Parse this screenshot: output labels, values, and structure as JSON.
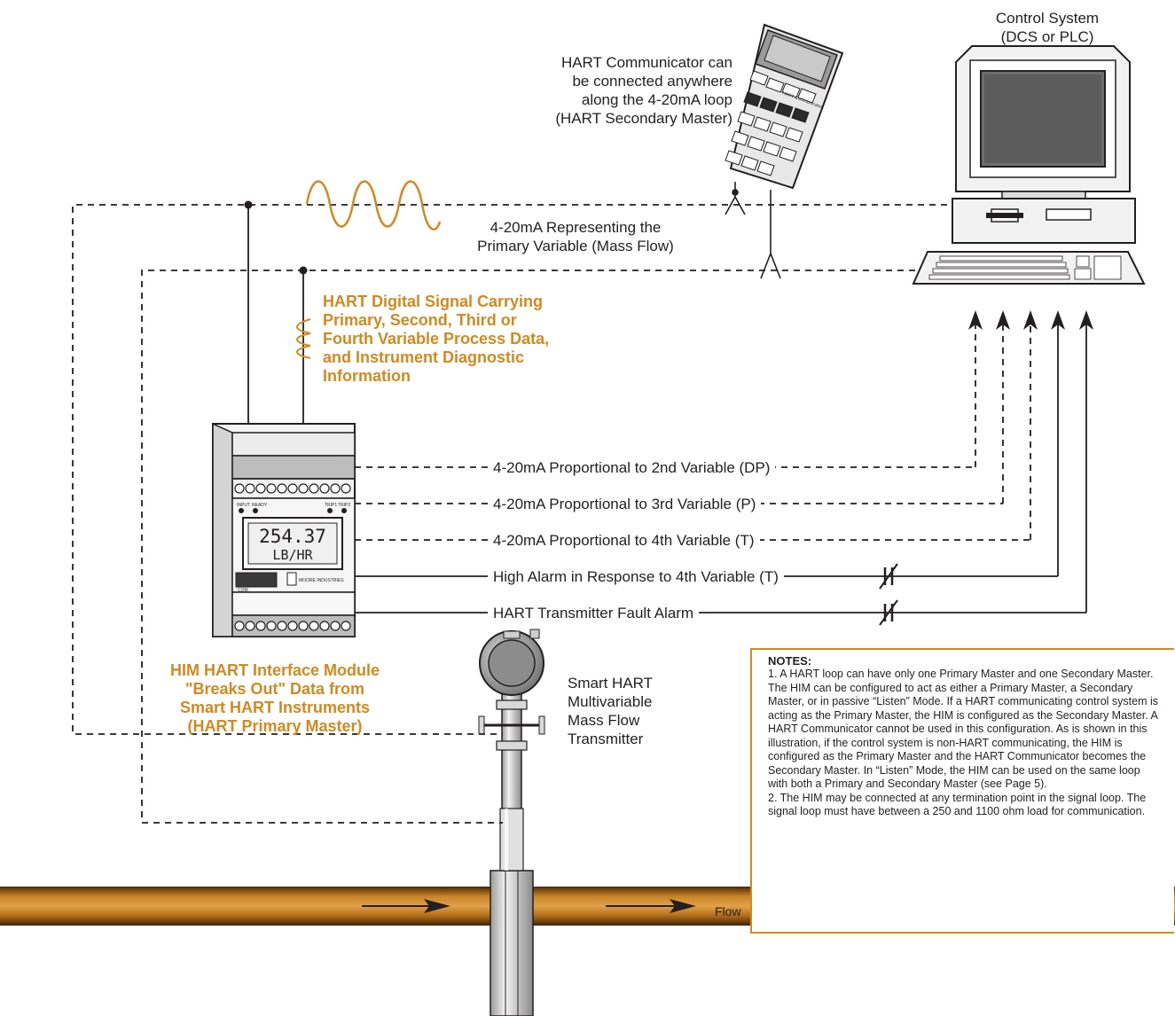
{
  "control_system": {
    "title": "Control System",
    "subtitle": "(DCS or PLC)"
  },
  "communicator": {
    "lines": [
      "HART Communicator can",
      "be connected anywhere",
      "along the 4-20mA loop",
      "(HART Secondary Master)"
    ],
    "device_text": "HART Communicator"
  },
  "loop_label": {
    "lines": [
      "4-20mA Representing the",
      "Primary Variable (Mass Flow)"
    ]
  },
  "digital_signal": {
    "lines": [
      "HART Digital Signal Carrying",
      "Primary, Second, Third or",
      "Fourth Variable Process Data,",
      "and Instrument Diagnostic",
      "Information"
    ],
    "color": "#d08a1e"
  },
  "him": {
    "lines": [
      "HIM HART Interface Module",
      "\"Breaks Out\" Data from",
      "Smart HART Instruments",
      "(HART Primary Master)"
    ],
    "display_value": "254.37",
    "display_unit": "LB/HR",
    "led_labels": [
      "INPUT",
      "READY",
      "TRIP1",
      "TRIP2"
    ],
    "com_label": "COM",
    "brand": "MOORE INDUSTRIES"
  },
  "outputs": [
    {
      "label": "4-20mA Proportional to 2nd Variable (DP)",
      "style": "dashed"
    },
    {
      "label": "4-20mA Proportional to 3rd Variable (P)",
      "style": "dashed"
    },
    {
      "label": "4-20mA Proportional to 4th Variable (T)",
      "style": "dashed"
    },
    {
      "label": "High Alarm in Response to 4th Variable (T)",
      "style": "solid"
    },
    {
      "label": "HART Transmitter Fault Alarm",
      "style": "solid"
    }
  ],
  "transmitter": {
    "lines": [
      "Smart HART",
      "Multivariable",
      "Mass Flow",
      "Transmitter"
    ]
  },
  "flow_label": "Flow",
  "notes": {
    "title": "NOTES:",
    "items": [
      "1.  A HART loop can have only one Primary Master and one Secondary Master.  The HIM can be configured to act as either a Primary Master, a Secondary Master, or in passive “Listen” Mode.  If a HART communicating control system is acting as the Primary Master, the HIM is configured as the Secondary Master.  A HART Communicator cannot be used in this configuration.  As is shown in this illustration, if the control system is non-HART communicating, the HIM is configured as the Primary Master and the HART Communicator becomes the Secondary Master.  In “Listen” Mode, the HIM can be used on the same loop with both a Primary and Secondary Master (see Page 5).",
      "2.  The HIM may be connected at any termination point in the signal loop.  The signal loop must have between a 250 and 1100 ohm load for communication."
    ]
  },
  "colors": {
    "accent": "#d08a1e",
    "pipe": "#b8741e",
    "line": "#231f20"
  }
}
